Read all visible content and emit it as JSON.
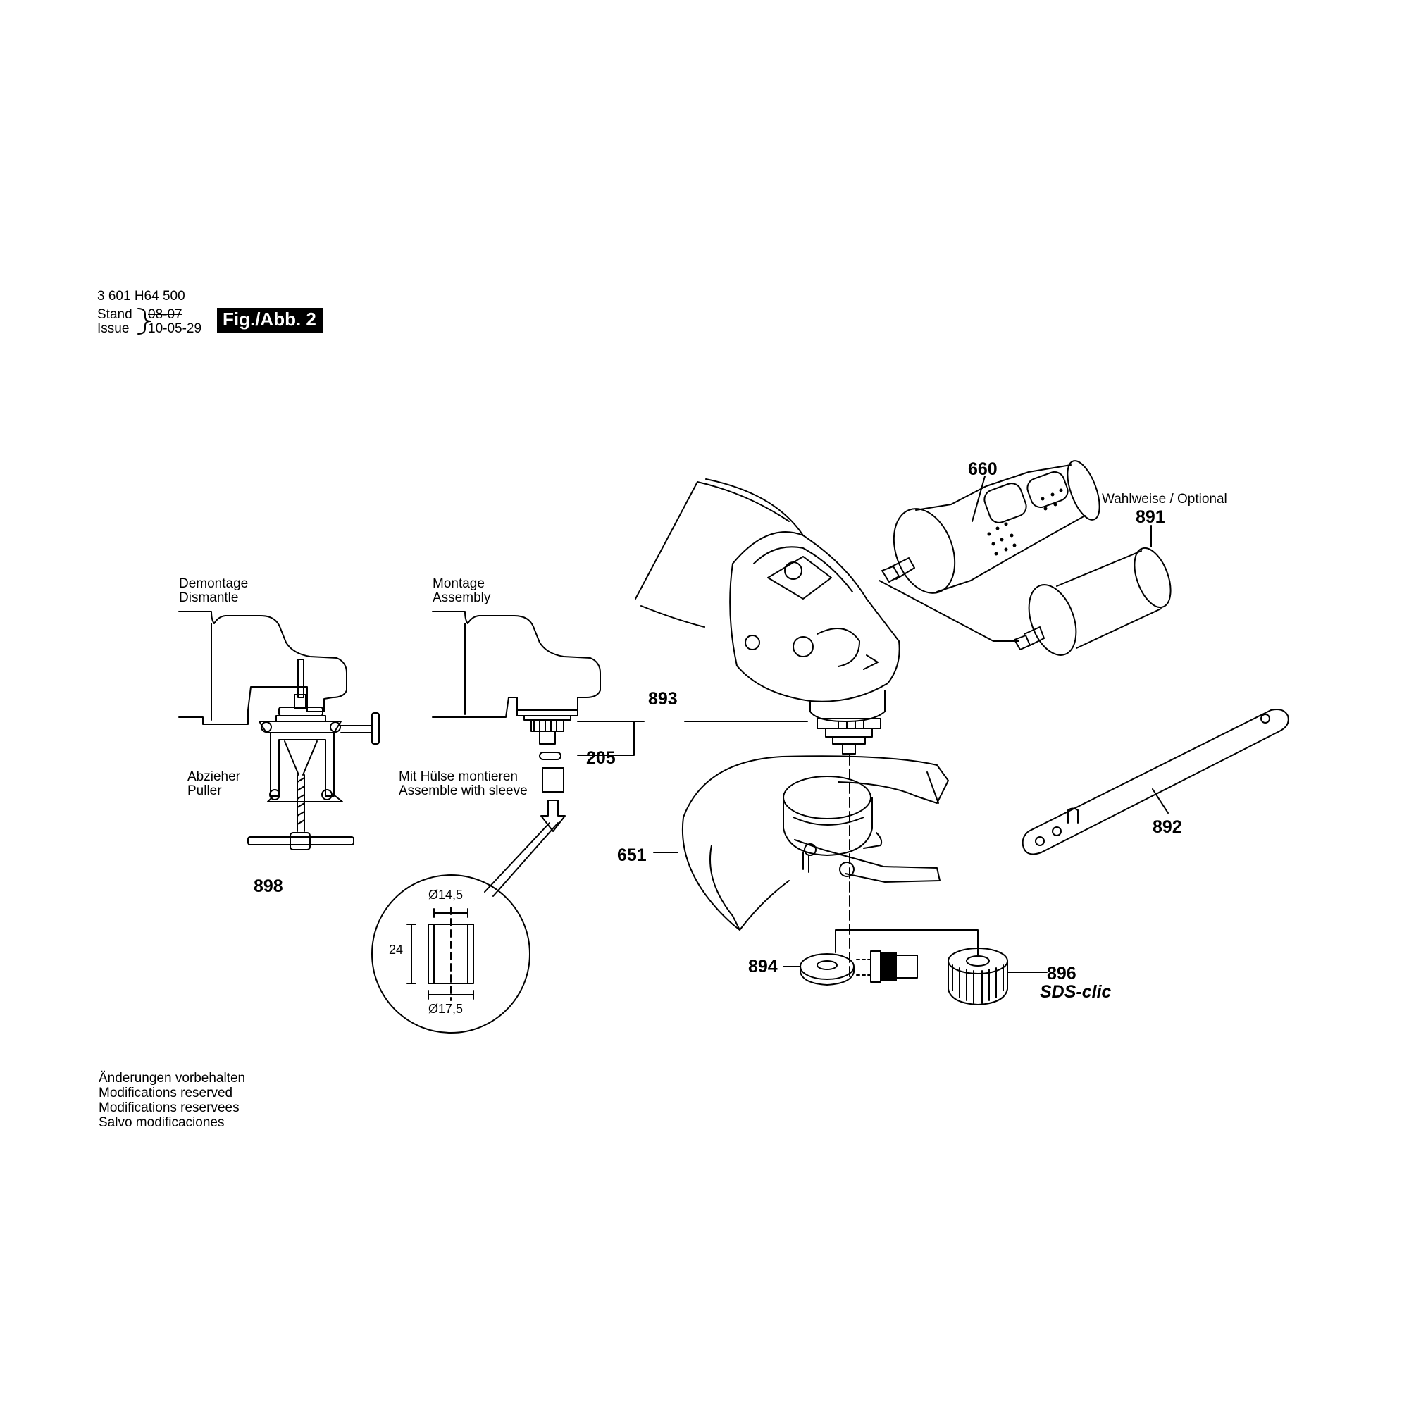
{
  "header": {
    "part_number": "3 601 H64 500",
    "stand_label": "Stand",
    "issue_label": "Issue",
    "old_date": "08-07",
    "new_date": "10-05-29",
    "figure_badge": "Fig./Abb. 2"
  },
  "dismantle_panel": {
    "line1": "Demontage",
    "line2": "Dismantle",
    "puller_de": "Abzieher",
    "puller_en": "Puller",
    "part_ref": "898"
  },
  "assembly_panel": {
    "line1": "Montage",
    "line2": "Assembly",
    "sleeve_de": "Mit Hülse montieren",
    "sleeve_en": "Assemble with sleeve",
    "part_ref": "205"
  },
  "detail_circle": {
    "top_diameter": "Ø14,5",
    "height": "24",
    "bottom_diameter": "Ø17,5"
  },
  "callouts": {
    "spindle_bearing": "893",
    "guard": "651",
    "side_handle": "660",
    "optional_label": "Wahlweise / Optional",
    "optional_handle": "891",
    "wrench": "892",
    "flange": "894",
    "quick_nut": "896",
    "sds_label": "SDS-clic"
  },
  "footer": {
    "line1": "Änderungen vorbehalten",
    "line2": "Modifications reserved",
    "line3": "Modifications reservees",
    "line4": "Salvo modificaciones"
  }
}
